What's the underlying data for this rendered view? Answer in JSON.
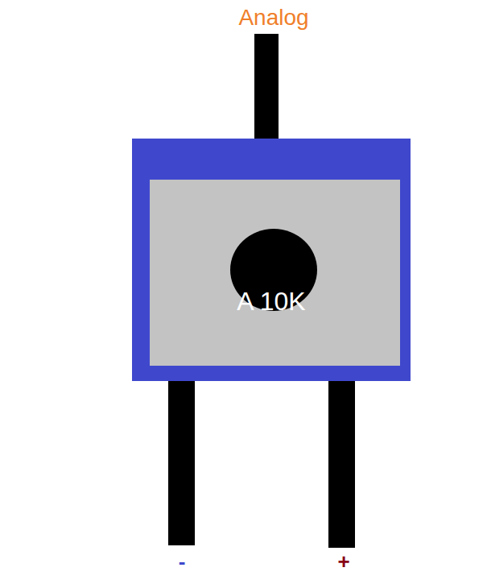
{
  "diagram": {
    "nodes": [
      {
        "text": [
          "A 10K"
        ]
      }
    ],
    "labels": [
      "Analog",
      "-",
      "+"
    ]
  }
}
